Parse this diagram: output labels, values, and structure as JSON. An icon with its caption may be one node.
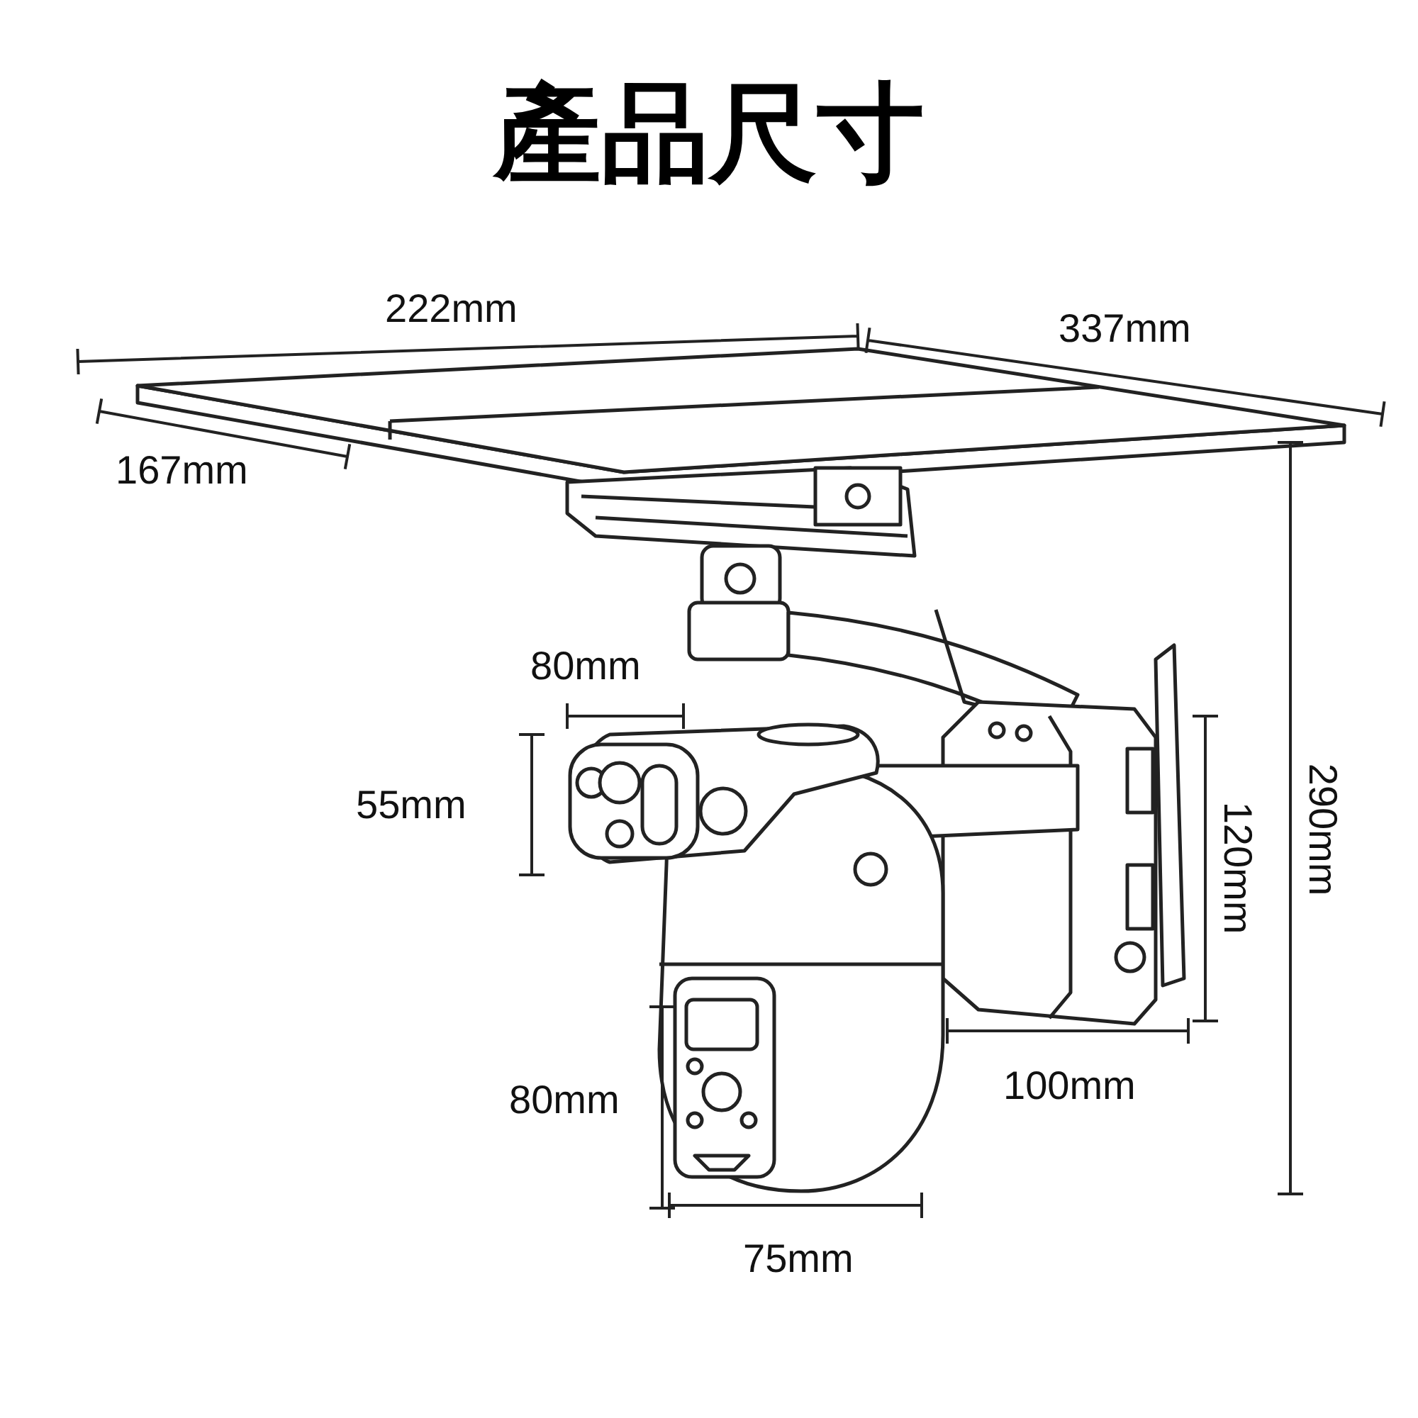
{
  "diagram": {
    "title": "產品尺寸",
    "labels": [
      "222mm",
      "337mm",
      "167mm",
      "80mm",
      "55mm",
      "120mm",
      "290mm",
      "80mm",
      "100mm",
      "75mm"
    ]
  }
}
